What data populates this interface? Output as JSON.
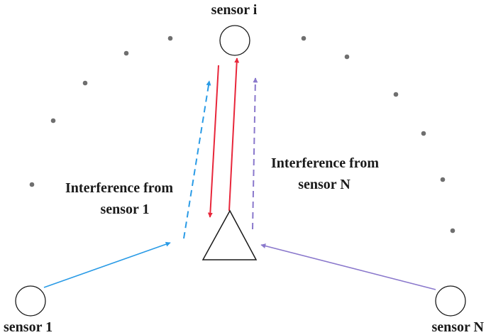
{
  "sensors": {
    "top": {
      "label": "sensor i"
    },
    "left": {
      "label": "sensor 1"
    },
    "right": {
      "label": "sensor N"
    }
  },
  "annotations": {
    "left": {
      "line1": "Interference from",
      "line2": "sensor 1"
    },
    "right": {
      "line1": "Interference from",
      "line2": "sensor N"
    }
  },
  "colors": {
    "signal_from_sensor_1": "#2a9be6",
    "signal_from_sensor_N": "#8a78cc",
    "signal_sensor_i": "#e8263a",
    "outline": "#1a1a1a",
    "dots": "#6f6f6f"
  },
  "icons": {
    "target": "triangle-target-icon",
    "sensor": "circle-sensor-icon"
  }
}
